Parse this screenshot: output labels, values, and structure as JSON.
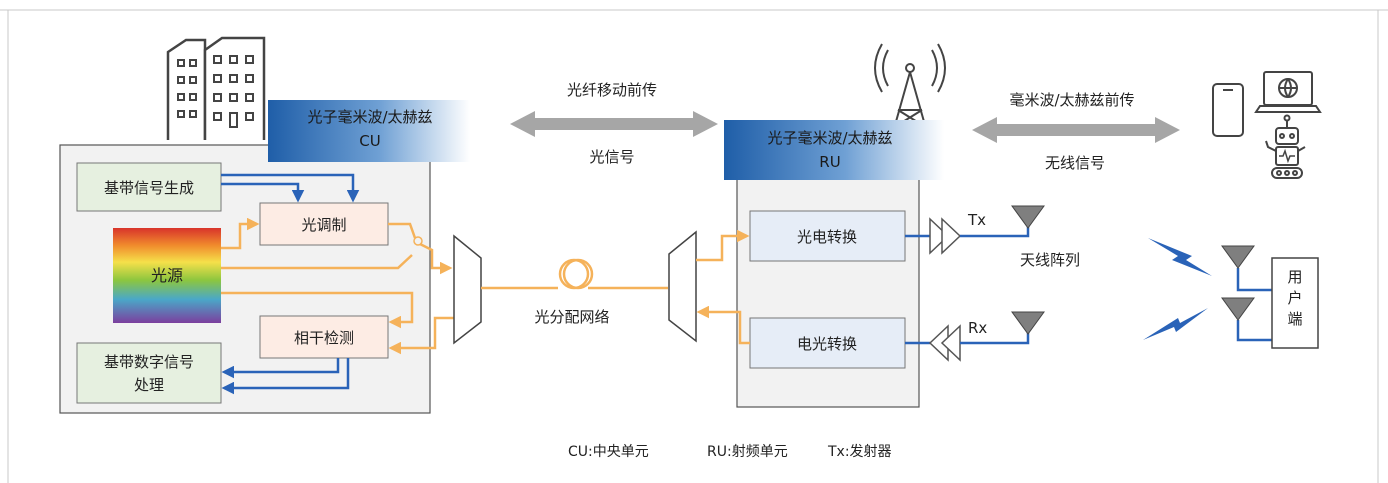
{
  "cu": {
    "banner_line1": "光子毫米波/太赫兹",
    "banner_line2": "CU",
    "baseband_gen": "基带信号生成",
    "modulator": "光调制",
    "light_source": "光源",
    "coherent_detect": "相干检测",
    "baseband_dsp_line1": "基带数字信号",
    "baseband_dsp_line2": "处理"
  },
  "fronthaul": {
    "top_label": "光纤移动前传",
    "bottom_label": "光信号",
    "network_label": "光分配网络"
  },
  "ru": {
    "banner_line1": "光子毫米波/太赫兹",
    "banner_line2": "RU",
    "oe_convert": "光电转换",
    "eo_convert": "电光转换"
  },
  "wireless": {
    "top_label": "毫米波/太赫兹前传",
    "bottom_label": "无线信号"
  },
  "antenna": {
    "tx_label": "Tx",
    "rx_label": "Rx",
    "array_label": "天线阵列"
  },
  "user_terminal": {
    "chars": [
      "用",
      "户",
      "端"
    ]
  },
  "legend": {
    "cu": "CU:中央单元",
    "ru": "RU:射频单元",
    "tx": "Tx:发射器"
  },
  "colors": {
    "optical_orange": "#f5b25a",
    "electrical_blue": "#2a63b8",
    "banner_blue": "#1f5ea8",
    "box_green": "#e6f0e0",
    "box_peach": "#fdece4",
    "box_lightblue": "#e6edf7",
    "arrow_gray": "#a6a6a6"
  }
}
